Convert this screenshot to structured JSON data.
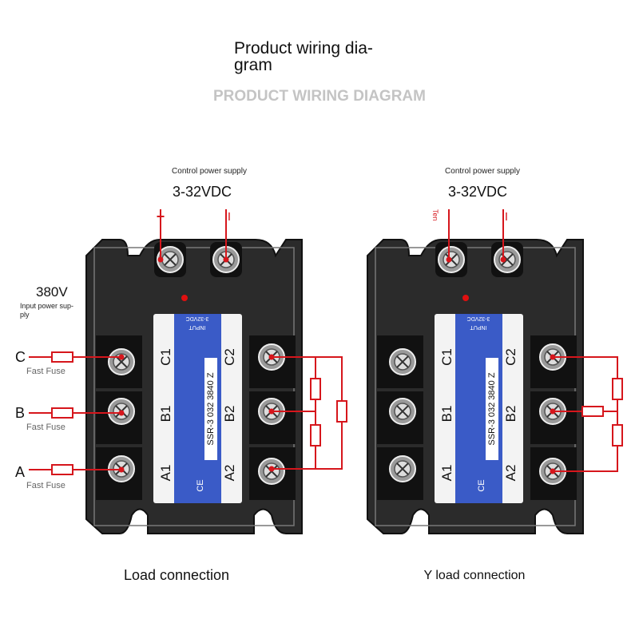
{
  "title_line1": "Product wiring dia-",
  "title_line2": "gram",
  "subtitle": "PRODUCT WIRING DIAGRAM",
  "input": {
    "voltage": "380V",
    "label_line1": "Input power sup-",
    "label_line2": "ply"
  },
  "phases": [
    {
      "name": "C",
      "fuse": "Fast Fuse"
    },
    {
      "name": "B",
      "fuse": "Fast Fuse"
    },
    {
      "name": "A",
      "fuse": "Fast Fuse"
    }
  ],
  "relays": [
    {
      "control_label": "Control power supply",
      "control_voltage": "3-32VDC",
      "plus": "+",
      "minus": "I",
      "caption": "Load connection"
    },
    {
      "control_label": "Control power supply",
      "control_voltage": "3-32VDC",
      "plus": "Ten",
      "minus": "I",
      "caption": "Y load connection"
    }
  ],
  "label_panel": {
    "input_text": "INPUT",
    "input_range": "3-32VDC",
    "model": "SSR-3 032 3840 Z",
    "ce": "CE",
    "left_terminals": [
      "C1",
      "B1",
      "A1"
    ],
    "right_terminals": [
      "C2",
      "B2",
      "A2"
    ]
  },
  "colors": {
    "wire": "#d6161c",
    "body": "#2b2b2b",
    "label_blue": "#3a5bc7",
    "led": "#e01010"
  }
}
